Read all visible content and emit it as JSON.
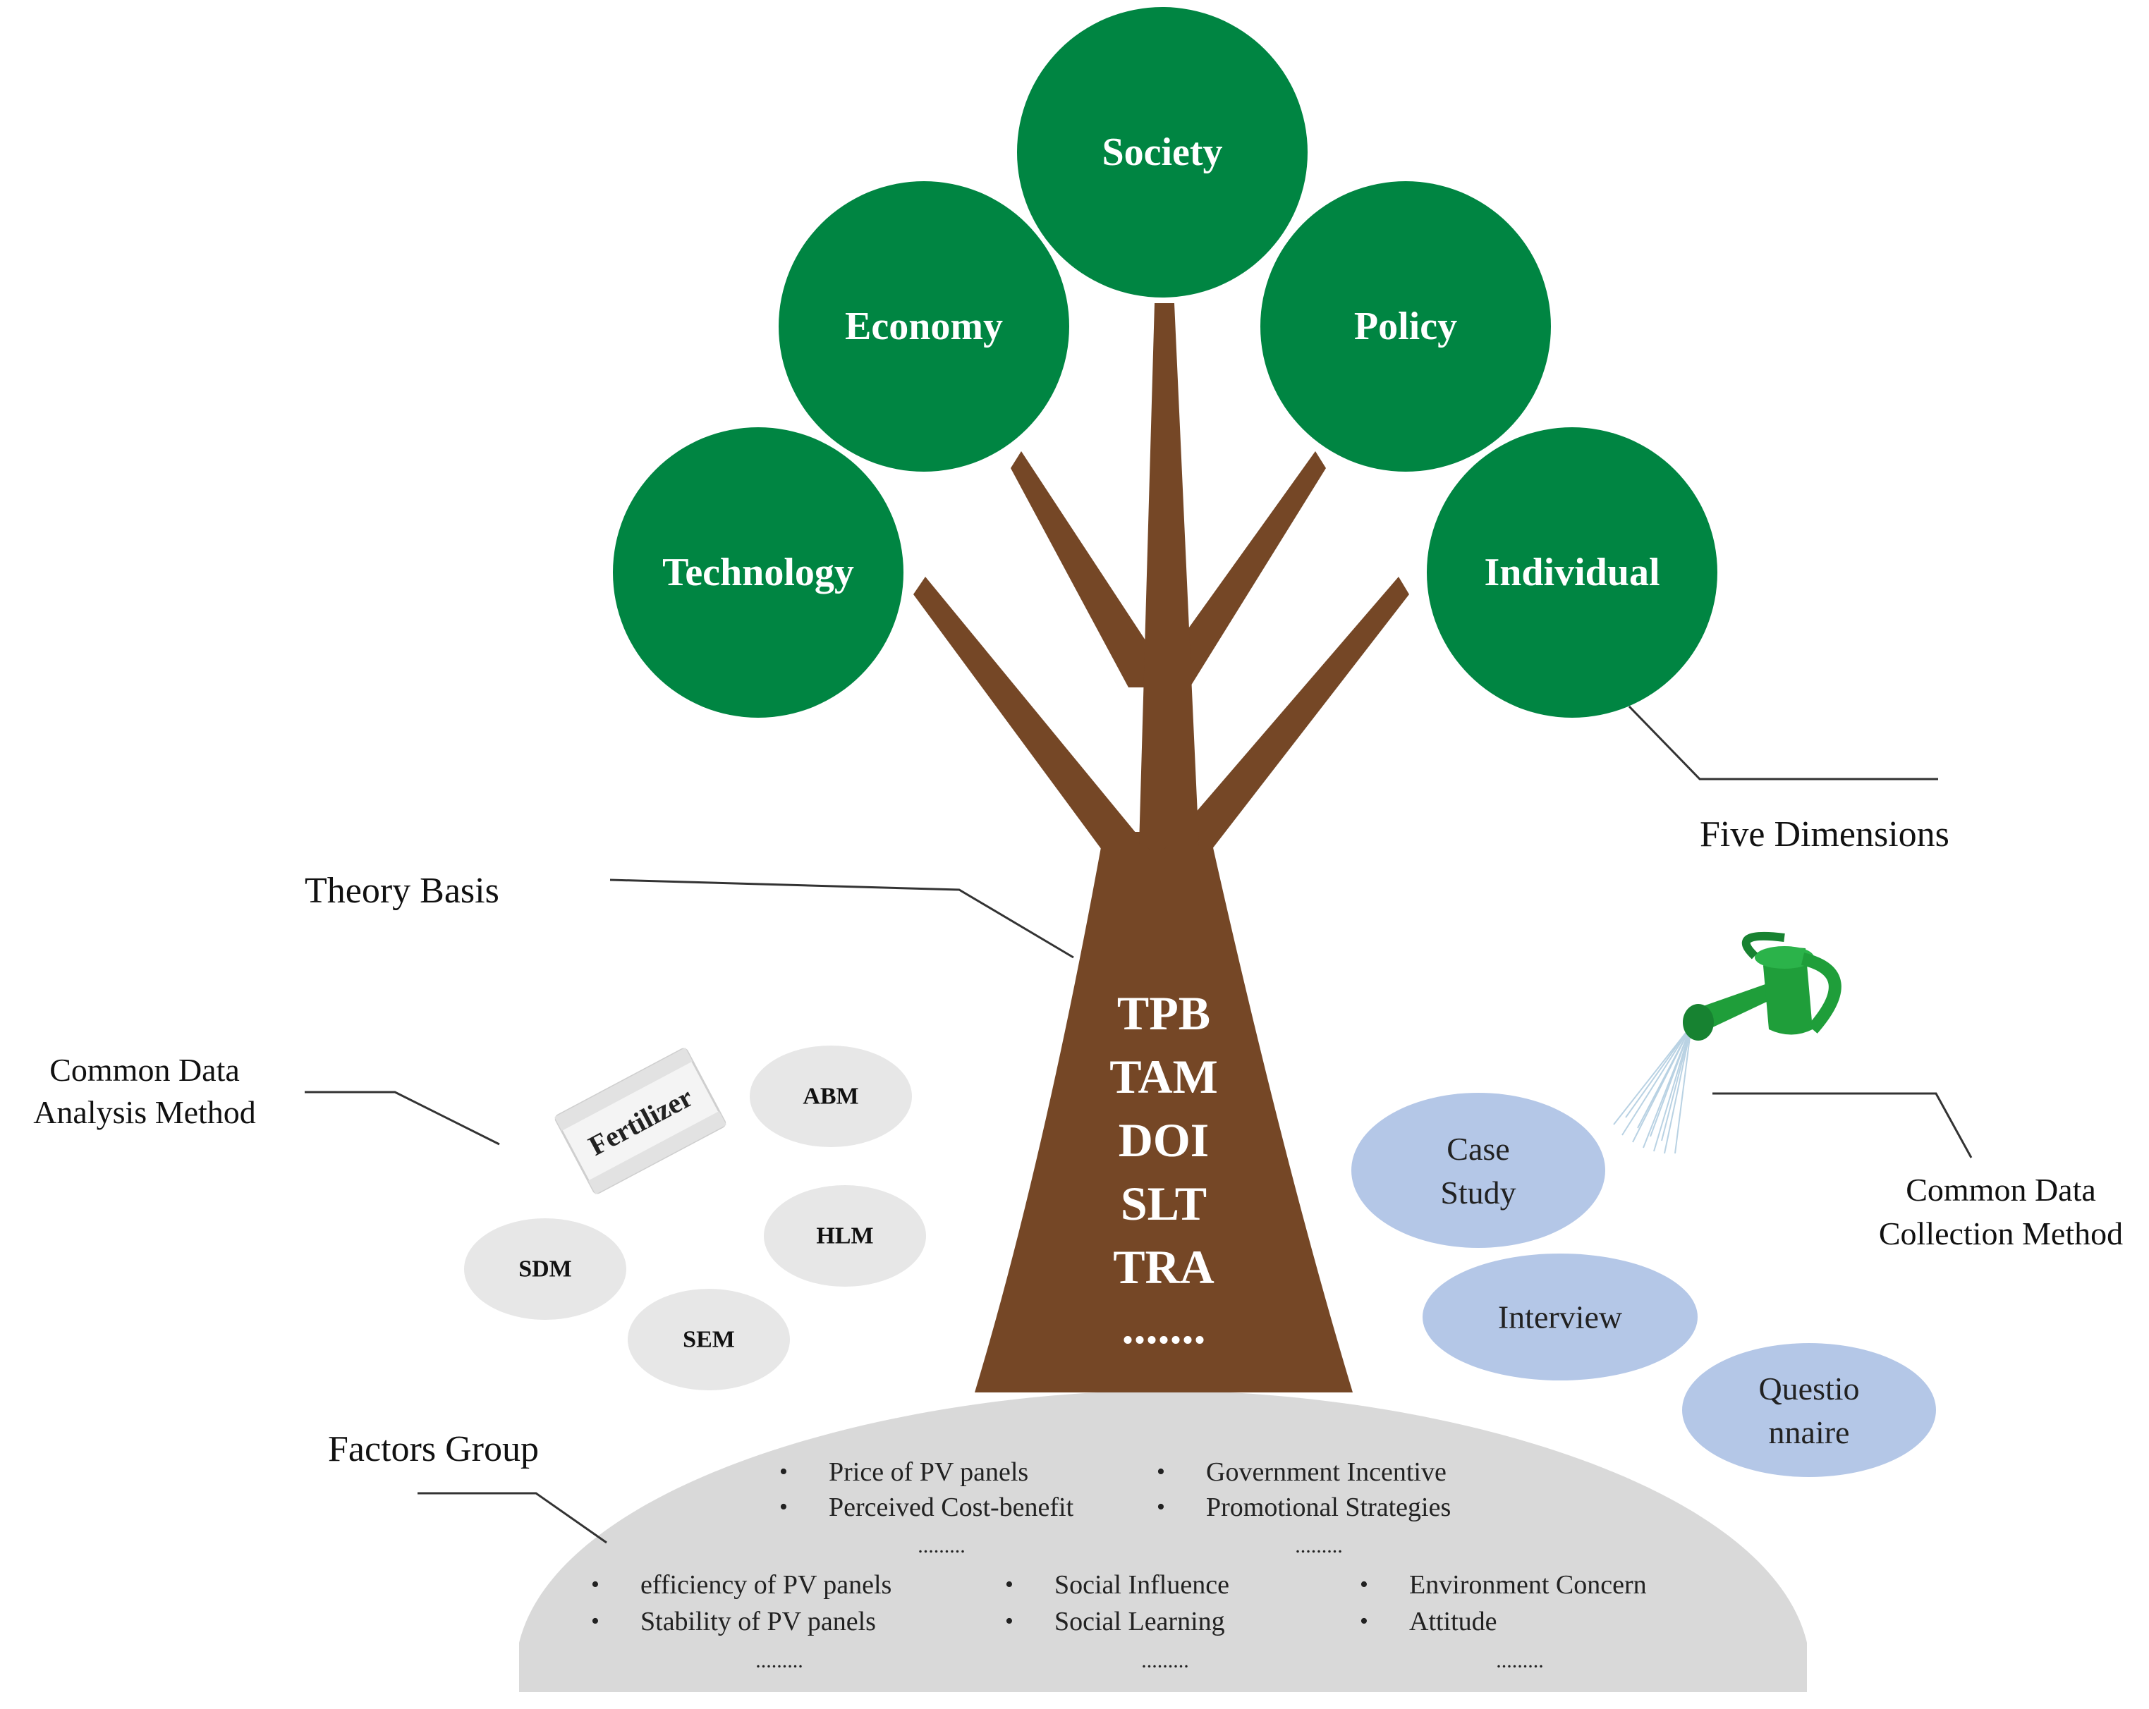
{
  "dimensions": {
    "society": "Society",
    "economy": "Economy",
    "policy": "Policy",
    "technology": "Technology",
    "individual": "Individual"
  },
  "theories": [
    "TPB",
    "TAM",
    "DOI",
    "SLT",
    "TRA",
    "......."
  ],
  "callouts": {
    "five_dimensions": "Five Dimensions",
    "theory_basis": "Theory Basis",
    "analysis_line1": "Common Data",
    "analysis_line2": "Analysis Method",
    "collection_line1": "Common Data",
    "collection_line2": "Collection Method",
    "factors_group": "Factors Group"
  },
  "fertilizer_label": "Fertilizer",
  "analysis_methods": [
    "ABM",
    "HLM",
    "SDM",
    "SEM"
  ],
  "collection_methods": {
    "case_study_line1": "Case",
    "case_study_line2": "Study",
    "interview": "Interview",
    "questionnaire_line1": "Questio",
    "questionnaire_line2": "nnaire"
  },
  "factors": {
    "top_left": [
      "Price of PV panels",
      "Perceived Cost-benefit"
    ],
    "top_right": [
      "Government Incentive",
      "Promotional Strategies"
    ],
    "bottom_left": [
      "efficiency of PV panels",
      "Stability of PV panels"
    ],
    "bottom_mid": [
      "Social Influence",
      "Social Learning"
    ],
    "bottom_right": [
      "Environment Concern",
      "Attitude"
    ],
    "ellipsis": "........."
  },
  "colors": {
    "leaf_green": "#008542",
    "trunk_brown": "#754726",
    "ground_gray": "#d9d9d9",
    "analysis_gray": "#e7e7e7",
    "collection_blue": "#b4c7e7",
    "can_green": "#1f9e3a"
  }
}
